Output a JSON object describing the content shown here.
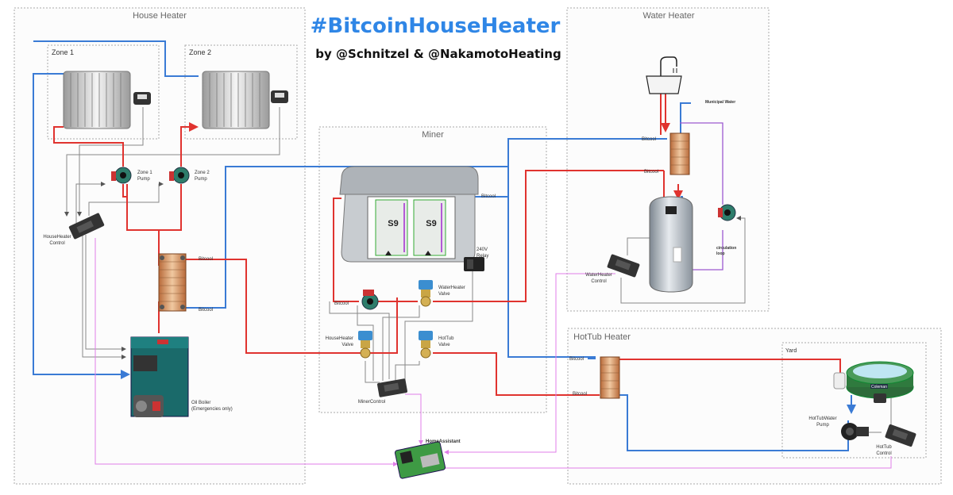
{
  "header": {
    "title": "#BitcoinHouseHeater",
    "byline": "by @Schnitzel & @NakamotoHeating"
  },
  "groups": {
    "house": "House Heater",
    "miner": "Miner",
    "water": "Water Heater",
    "hottub": "HotTub Heater",
    "zone1": "Zone 1",
    "zone2": "Zone 2",
    "yard": "Yard"
  },
  "labels": {
    "zone1_pump": [
      "Zone 1",
      "Pump"
    ],
    "zone2_pump": [
      "Zone 2",
      "Pump"
    ],
    "house_control": [
      "HouseHeater",
      "Control"
    ],
    "oil_boiler": [
      "Oil Boiler",
      "(Emergencies only)"
    ],
    "s9": "S9",
    "relay": [
      "240V",
      "Relay"
    ],
    "water_valve": [
      "WaterHeater",
      "Valve"
    ],
    "house_valve": [
      "HouseHeater",
      "Valve"
    ],
    "hottub_valve": [
      "HotTub",
      "Valve"
    ],
    "miner_control": "MinerControl",
    "home_assistant": "HomeAssistant",
    "municipal": "Municipal Water",
    "circulation": [
      "circulation",
      "loop"
    ],
    "water_control": [
      "WaterHeater",
      "Control"
    ],
    "hottub_pump": [
      "HotTubWater",
      "Pump"
    ],
    "hottub_control": [
      "HotTub",
      "Control"
    ],
    "bitcool": "Bitcool",
    "brand": "Coleman"
  },
  "colors": {
    "hot": "#e0332f",
    "cold": "#3a7bd5",
    "control": "#666666",
    "signal": "#e07ee8",
    "loop": "#9b59d0"
  }
}
